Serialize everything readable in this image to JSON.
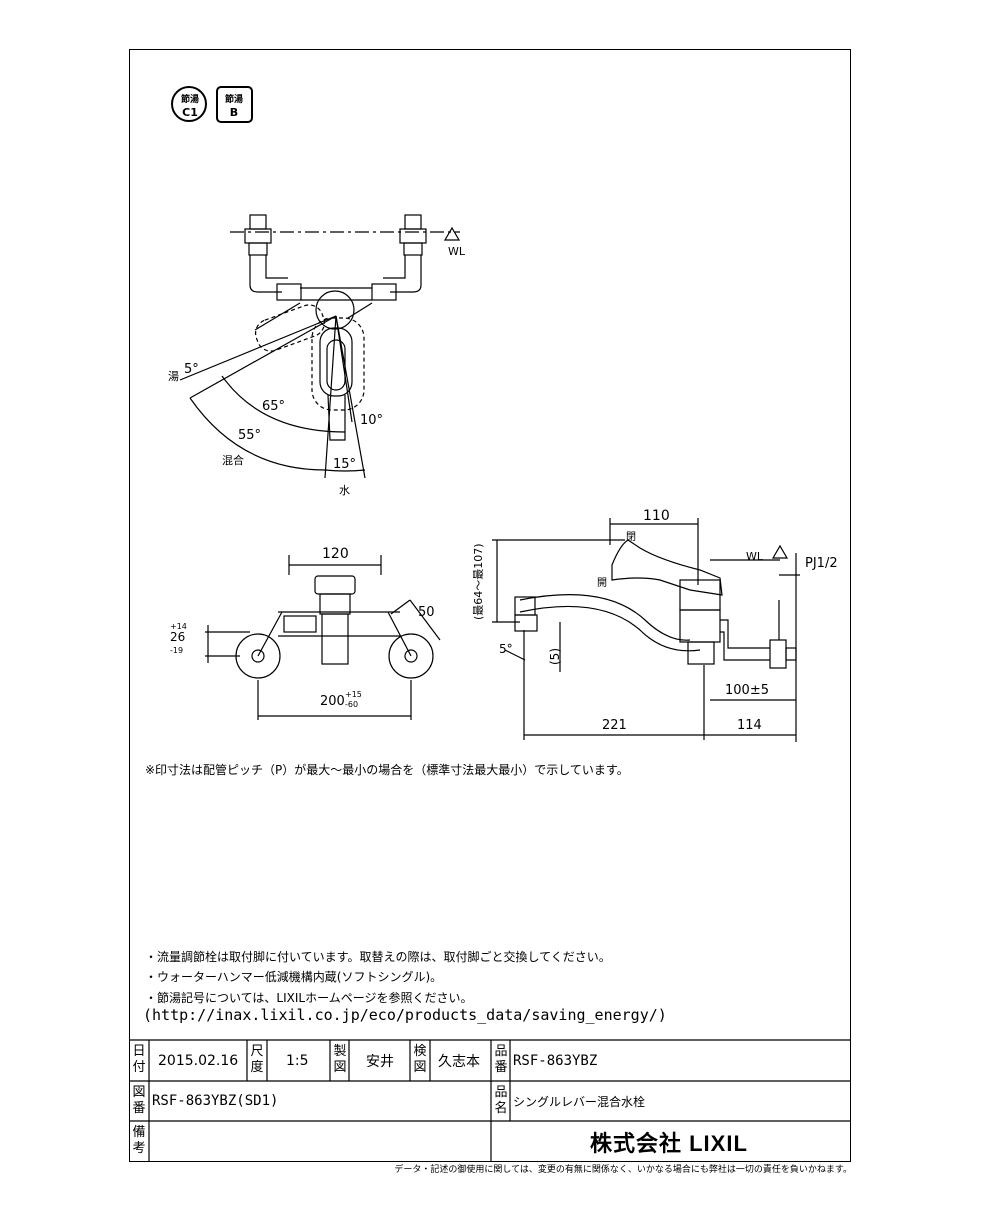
{
  "badges": [
    {
      "top": "節湯",
      "bottom": "C1"
    },
    {
      "top": "節湯",
      "bottom": "B"
    }
  ],
  "top_view": {
    "wl": "WL",
    "hot": "湯",
    "mix": "混合",
    "water": "水",
    "angles": [
      "5°",
      "65°",
      "55°",
      "10°",
      "15°"
    ]
  },
  "front_view": {
    "width": "120",
    "pitch": "200",
    "pitch_tol_plus": "+15",
    "pitch_tol_minus": "-60",
    "height": "26",
    "height_tol_plus": "+14",
    "height_tol_minus": "-19",
    "diag": "50"
  },
  "side_view": {
    "top_dim": "110",
    "open_label_top": "閉",
    "open_label_bottom": "開",
    "vertical_dim": "(最64～最107)",
    "wl": "WL",
    "pj": "PJ1/2",
    "angle": "5°",
    "paren_dim": "(5)",
    "dim_100": "100±5",
    "dim_221": "221",
    "dim_114": "114"
  },
  "footnote": "※印寸法は配管ピッチ（P）が最大～最小の場合を（標準寸法最大最小）で示しています。",
  "notes": [
    "・流量調節栓は取付脚に付いています。取替えの際は、取付脚ごと交換してください。",
    "・ウォーターハンマー低減機構内蔵(ソフトシングル)。",
    "・節湯記号については、LIXILホームページを参照ください。"
  ],
  "url": "(http://inax.lixil.co.jp/eco/products_data/saving_energy/)",
  "title_block": {
    "date_label": "日付",
    "date": "2015.02.16",
    "scale_label": "尺度",
    "scale": "1:5",
    "drawn_label": "製図",
    "drawn": "安井",
    "checked_label": "検図",
    "checked": "久志本",
    "product_no_label": "品番",
    "product_no": "RSF-863YBZ",
    "drawing_no_label": "図番",
    "drawing_no": "RSF-863YBZ(SD1)",
    "product_name_label": "品名",
    "product_name": "シングルレバー混合水栓",
    "remarks_label": "備考",
    "company": "株式会社 LIXIL"
  },
  "disclaimer": "データ・記述の御使用に関しては、変更の有無に関係なく、いかなる場合にも弊社は一切の責任を負いかねます。"
}
